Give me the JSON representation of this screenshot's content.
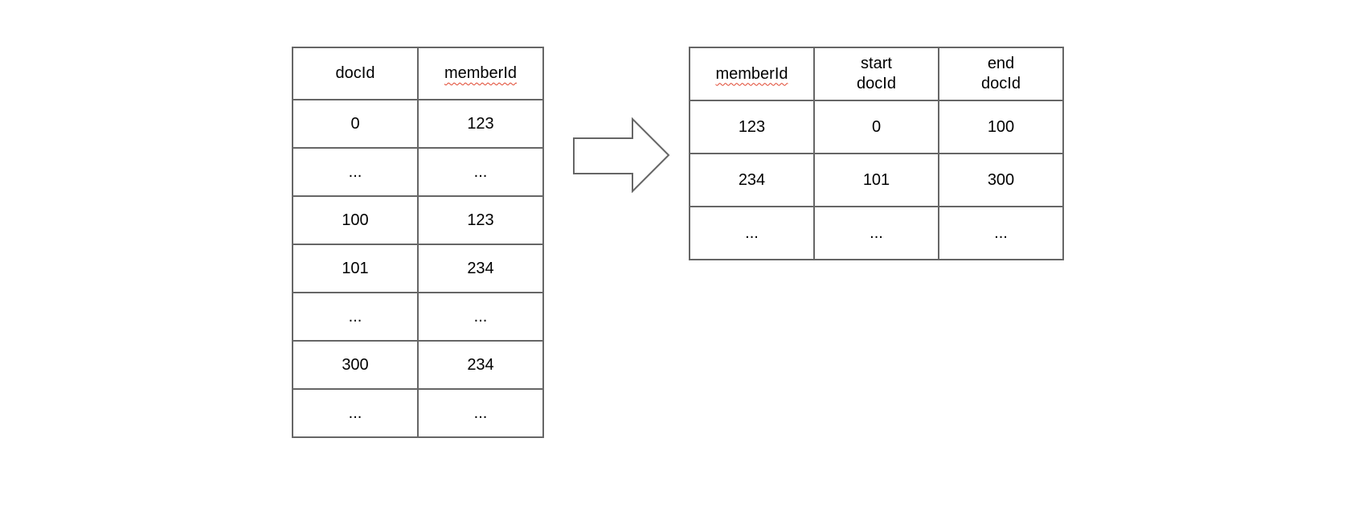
{
  "diagram": {
    "description": "mapping of docId-to-memberId postings transformed into memberId ranges",
    "left_table": {
      "columns": [
        "docId",
        "memberId"
      ],
      "misspelled_columns": [
        false,
        true
      ],
      "rows": [
        [
          "0",
          "123"
        ],
        [
          "...",
          "..."
        ],
        [
          "100",
          "123"
        ],
        [
          "101",
          "234"
        ],
        [
          "...",
          "..."
        ],
        [
          "300",
          "234"
        ],
        [
          "...",
          "..."
        ]
      ]
    },
    "arrow": {
      "icon": "block-arrow-right",
      "direction": "right"
    },
    "right_table": {
      "columns": [
        "memberId",
        "start\ndocId",
        "end\ndocId"
      ],
      "misspelled_columns": [
        true,
        false,
        false
      ],
      "rows": [
        [
          "123",
          "0",
          "100"
        ],
        [
          "234",
          "101",
          "300"
        ],
        [
          "...",
          "...",
          "..."
        ]
      ]
    },
    "colors": {
      "table_border": "#666666",
      "text": "#000000",
      "spellcheck_underline": "#e0452e",
      "background": "#ffffff"
    }
  }
}
